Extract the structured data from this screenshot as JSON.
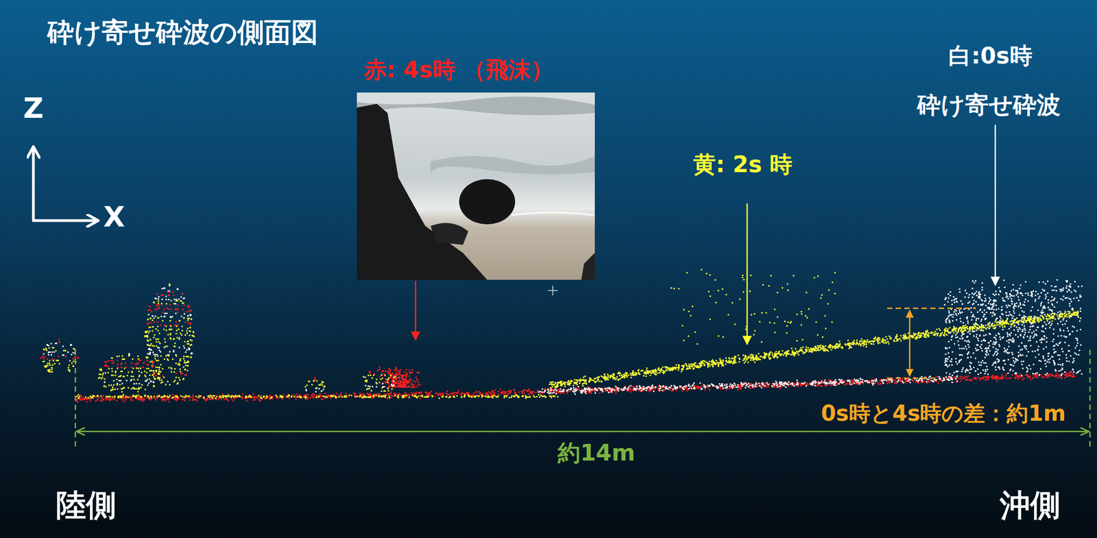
{
  "diagram": {
    "title": "砕け寄せ砕波の側面図",
    "labels": [
      "Z",
      "X",
      "赤: 4s時 （飛沫）",
      "黄: 2s 時",
      "白:0s時",
      "砕け寄せ砕波",
      "0s時と4s時の差：約1m",
      "約14m",
      "陸側",
      "沖側"
    ]
  }
}
